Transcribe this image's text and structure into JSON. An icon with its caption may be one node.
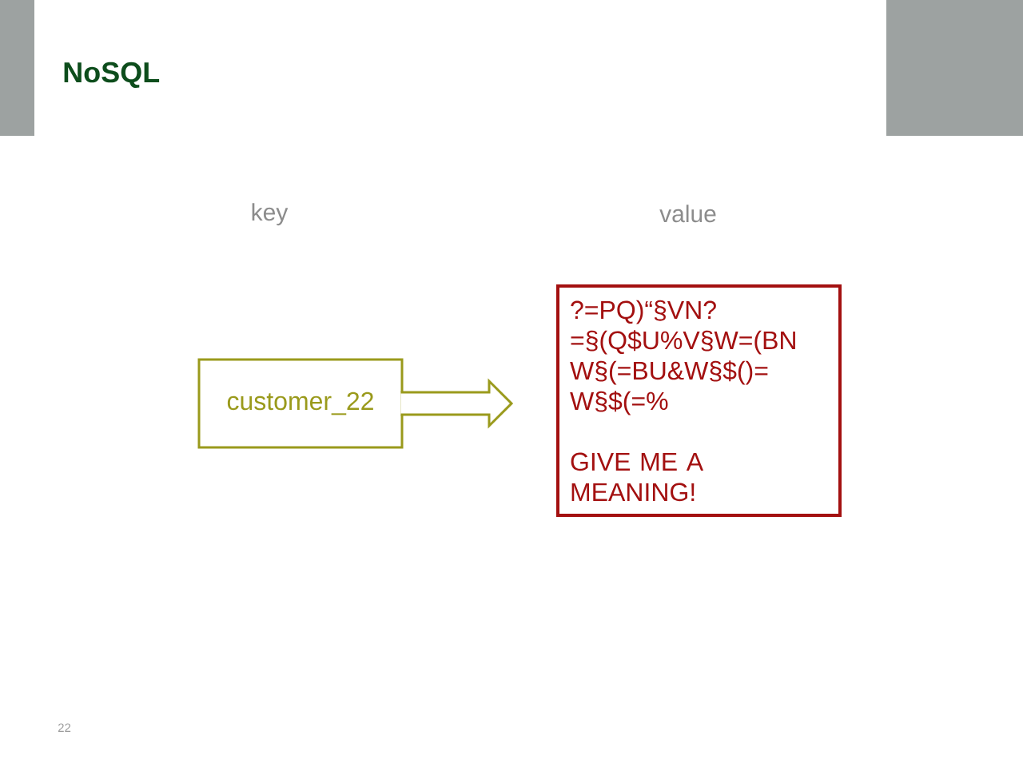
{
  "diagram": {
    "title": "NoSQL",
    "nodes": [
      {
        "text": [
          "customer_22"
        ]
      },
      {
        "text": [
          "?=PQ)“§VN? =§(Q$U%V§W=(BN W§(=BU&W§$()= W§$(=%",
          "GIVE ME A MEANING!"
        ]
      }
    ],
    "edges": [
      {
        "from": 0,
        "to": 1,
        "arrow": "to"
      }
    ],
    "labels": [
      "key",
      "value",
      "22"
    ]
  }
}
